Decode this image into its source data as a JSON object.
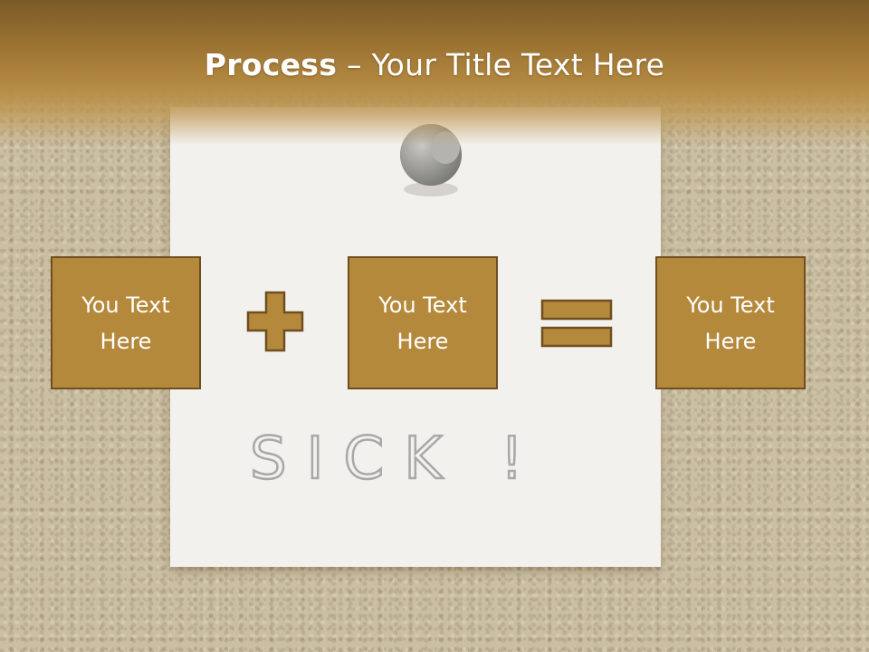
{
  "slide": {
    "title_bold": "Process",
    "title_dash": " – ",
    "title_rest": "Your Title Text Here"
  },
  "equation": {
    "box1": "You Text\nHere",
    "box2": "You Text\nHere",
    "box3": "You Text\nHere",
    "operator1": "plus-icon",
    "operator2": "equals-icon"
  },
  "note": {
    "handwritten_text": "SICK !"
  },
  "colors": {
    "box_fill": "#b5893b",
    "box_border": "#6e4f1f",
    "header_dark": "#7a5a26",
    "title_text": "#ffffff"
  }
}
